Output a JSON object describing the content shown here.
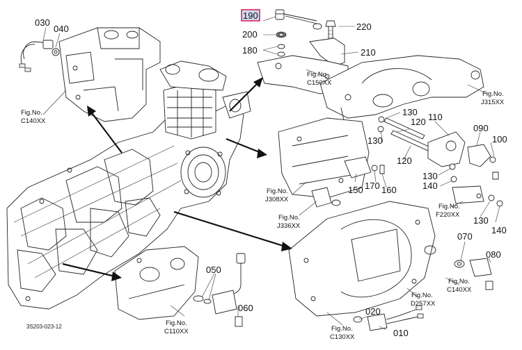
{
  "diagram": {
    "drawing_code": "3S203-023-12",
    "selected_part": "190",
    "part_labels": [
      "030",
      "040",
      "190",
      "200",
      "180",
      "220",
      "210",
      "130",
      "110",
      "090",
      "120",
      "100",
      "150",
      "170",
      "160",
      "140",
      "050",
      "060",
      "070",
      "080",
      "020",
      "010"
    ],
    "fig_refs": [
      {
        "prefix": "Fig.No.",
        "code": "C140XX"
      },
      {
        "prefix": "Fig.No.",
        "code": "C150XX"
      },
      {
        "prefix": "Fig.No.",
        "code": "J315XX"
      },
      {
        "prefix": "Fig.No.",
        "code": "J308XX"
      },
      {
        "prefix": "Fig.No.",
        "code": "J336XX"
      },
      {
        "prefix": "Fig.No.",
        "code": "F220XX"
      },
      {
        "prefix": "Fig.No.",
        "code": "C110XX"
      },
      {
        "prefix": "Fig.No.",
        "code": "C130XX"
      },
      {
        "prefix": "Fig.No.",
        "code": "D257XX"
      },
      {
        "prefix": "Fig.No.",
        "code": "C140XX"
      }
    ]
  }
}
